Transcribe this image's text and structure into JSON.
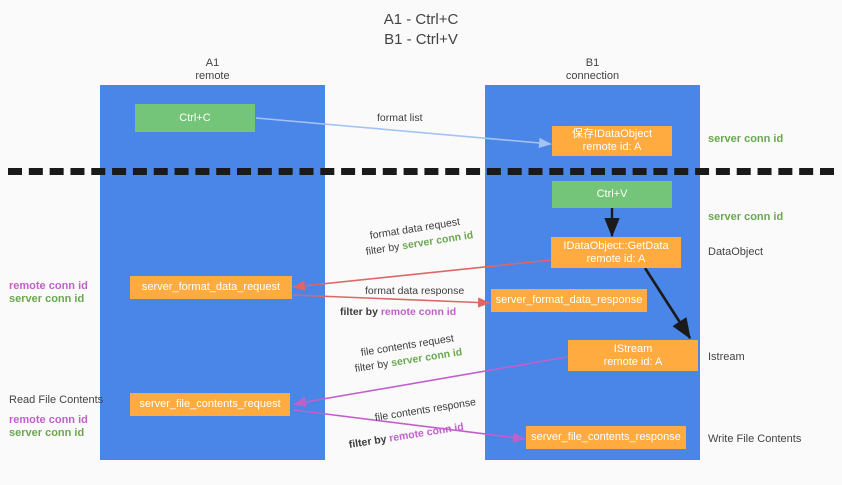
{
  "title": "A1 - Ctrl+C\nB1 - Ctrl+V",
  "colors": {
    "lane": "#4a86e8",
    "green_node": "#74c47a",
    "orange_node": "#ffab40",
    "server_conn": "#6aa84f",
    "remote_conn": "#c061cb",
    "arrow_blue": "#a4c2f4",
    "arrow_red": "#e06666",
    "arrow_magenta": "#c061cb",
    "arrow_dark": "#1a1a1a",
    "background": "#fafafa",
    "text": "#434343"
  },
  "lanes": [
    {
      "id": "a1",
      "title": "A1\nremote"
    },
    {
      "id": "b1",
      "title": "B1\nconnection"
    }
  ],
  "nodes": [
    {
      "id": "ctrl-c",
      "label": "Ctrl+C",
      "kind": "green"
    },
    {
      "id": "save-idataobject",
      "label": "保存IDataObject\nremote id: A",
      "kind": "orange"
    },
    {
      "id": "ctrl-v",
      "label": "Ctrl+V",
      "kind": "green"
    },
    {
      "id": "idataobject-getdata",
      "label": "IDataObject::GetData\nremote id: A",
      "kind": "orange"
    },
    {
      "id": "server-format-data-request",
      "label": "server_format_data_request",
      "kind": "orange"
    },
    {
      "id": "server-format-data-response",
      "label": "server_format_data_response",
      "kind": "orange"
    },
    {
      "id": "istream",
      "label": "IStream\nremote id: A",
      "kind": "orange"
    },
    {
      "id": "server-file-contents-request",
      "label": "server_file_contents_request",
      "kind": "orange"
    },
    {
      "id": "server-file-contents-response",
      "label": "server_file_contents_response",
      "kind": "orange"
    }
  ],
  "edge_labels": {
    "format_list": "format list",
    "format_data_request": "format data request",
    "format_data_response": "format data response",
    "file_contents_request": "file contents request",
    "file_contents_response": "file contents response",
    "filter_by": "filter by ",
    "server_conn_id": "server conn id",
    "remote_conn_id": "remote conn id"
  },
  "right_labels": [
    {
      "id": "server-conn-id-top",
      "text": "server conn id",
      "color": "server"
    },
    {
      "id": "server-conn-id-second",
      "text": "server conn id",
      "color": "server"
    },
    {
      "id": "dataobject",
      "text": "DataObject",
      "color": "plain"
    },
    {
      "id": "istream-label",
      "text": "Istream",
      "color": "plain"
    },
    {
      "id": "write-file-contents",
      "text": "Write File Contents",
      "color": "plain"
    }
  ],
  "left_labels": [
    {
      "id": "conn-ids-upper-remote",
      "text": "remote conn id",
      "color": "remote"
    },
    {
      "id": "conn-ids-upper-server",
      "text": "server conn id",
      "color": "server"
    },
    {
      "id": "read-file-contents",
      "text": "Read File Contents",
      "color": "plain"
    },
    {
      "id": "conn-ids-lower-remote",
      "text": "remote conn id",
      "color": "remote"
    },
    {
      "id": "conn-ids-lower-server",
      "text": "server conn id",
      "color": "server"
    }
  ]
}
